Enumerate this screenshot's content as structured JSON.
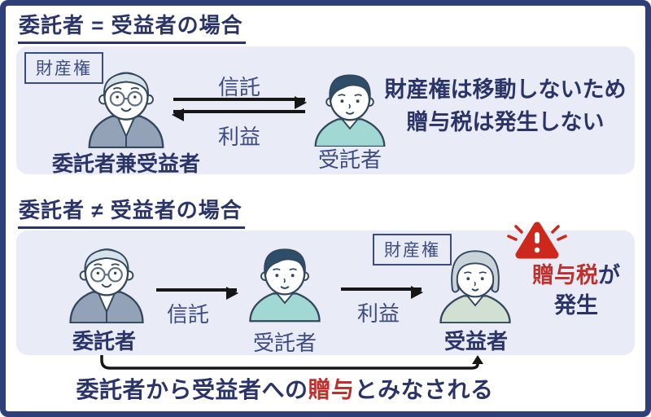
{
  "colors": {
    "heading_navy": "#2a3468",
    "label_navy": "#3c4b82",
    "alert_red": "#bf2f2c",
    "triangle_red": "#ce271c",
    "panel_background": "#e9ecf6",
    "frame_border": "#2f3f7a",
    "arrow_black": "#161616"
  },
  "icons": {
    "warning": "alert-triangle-exclamation"
  },
  "section1": {
    "title": "委託者 = 受益者の場合",
    "property_label": "財産権",
    "person_left_label": "委託者兼受益者",
    "person_right_label": "受託者",
    "trust_arrow_label": "信託",
    "benefit_arrow_label": "利益",
    "result_line1": "財産権は移動しないため",
    "result_line2": "贈与税は発生しない"
  },
  "section2": {
    "title": "委託者 ≠ 受益者の場合",
    "settlor_label": "委託者",
    "trustee_label": "受託者",
    "beneficiary_label": "受益者",
    "property_label": "財産権",
    "trust_arrow_label": "信託",
    "benefit_arrow_label": "利益",
    "warning_emphasis": "贈与税",
    "warning_suffix": "が",
    "warning_line2": "発生",
    "note_prefix": "委託者から受益者への",
    "note_emphasis": "贈与",
    "note_suffix": "とみなされる"
  }
}
